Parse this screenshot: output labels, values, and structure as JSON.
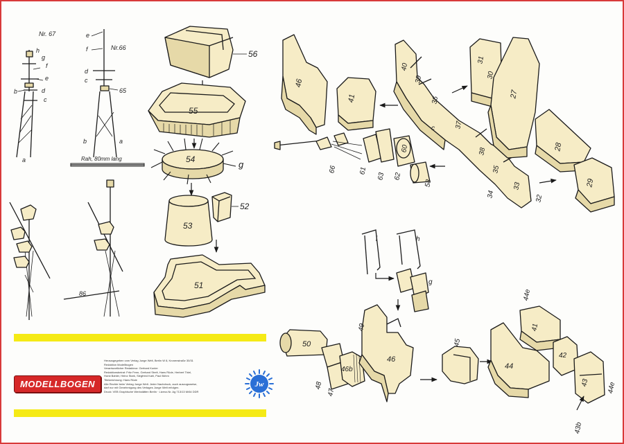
{
  "brand": {
    "logo_text": "MODELLBOGEN",
    "accent": "#d62828",
    "band": "#f5ea16"
  },
  "emblem": {
    "text": "Jw"
  },
  "imprint": [
    "Herausgegeben vom Verlag Junge Welt, Berlin W 8, Kronenstraße 30/31",
    "Redaktion Modellbogen",
    "Verantwortlicher Redakteur: Gerhard Kunier",
    "Redaktionsbeirat: Fritz Fenn, Gerhard Strelt, Hans Rüde, Herbert Thiel,",
    "Horst Bahler, Heinz Stark, Siegfried Kahl, Paul Böhm",
    "Titelzeichnung: Hans Rüde",
    "Alle Rechte beim Verlag Junge Welt. Jeder Nachdruck, auch auszugsweise,",
    "darf nur mit Genehmigung des Verlages Junge Welt erfolgen.",
    "Druck: VEB Graphische Werkstätten Berlin · Lizenz-Nr. Ag 713/13 M/64 DDR"
  ],
  "masts": {
    "nr67": "Nr. 67",
    "nr66": "Nr.66",
    "rah_note": "Rah, 80mm lang",
    "ref65": "65",
    "ref86": "86",
    "letters": {
      "a": "a",
      "b": "b",
      "c": "c",
      "d": "d",
      "e": "e",
      "f": "f",
      "g": "g",
      "h": "h"
    }
  },
  "tower": {
    "p56": "56",
    "p55": "55",
    "p54": "54",
    "p54g": "g",
    "p53": "53",
    "p52": "52",
    "p51": "51"
  },
  "hull_assembly": {
    "p46": "46",
    "p41": "41",
    "p40": "40",
    "p39": "39",
    "p36": "36",
    "p37": "37",
    "p38": "38",
    "p35": "35",
    "p33": "33",
    "p34": "34",
    "p32": "32",
    "p31": "31",
    "p30": "30",
    "p27": "27",
    "p28": "28",
    "p29": "29",
    "p66": "66",
    "p61": "61",
    "p63": "63",
    "p62": "62",
    "p60": "60",
    "p58": "58",
    "c": "c"
  },
  "small_assembly": {
    "i": "i",
    "h": "h",
    "g": "g"
  },
  "bottom_assembly": {
    "p50": "50",
    "p49": "49",
    "p48": "48",
    "p47": "47",
    "p46b": "46b",
    "p46": "46",
    "p45": "45",
    "p44": "44",
    "p41": "41",
    "p42": "42",
    "p43": "43",
    "p43b": "43b",
    "p44e_top": "44e",
    "p44e_bottom": "44e"
  }
}
